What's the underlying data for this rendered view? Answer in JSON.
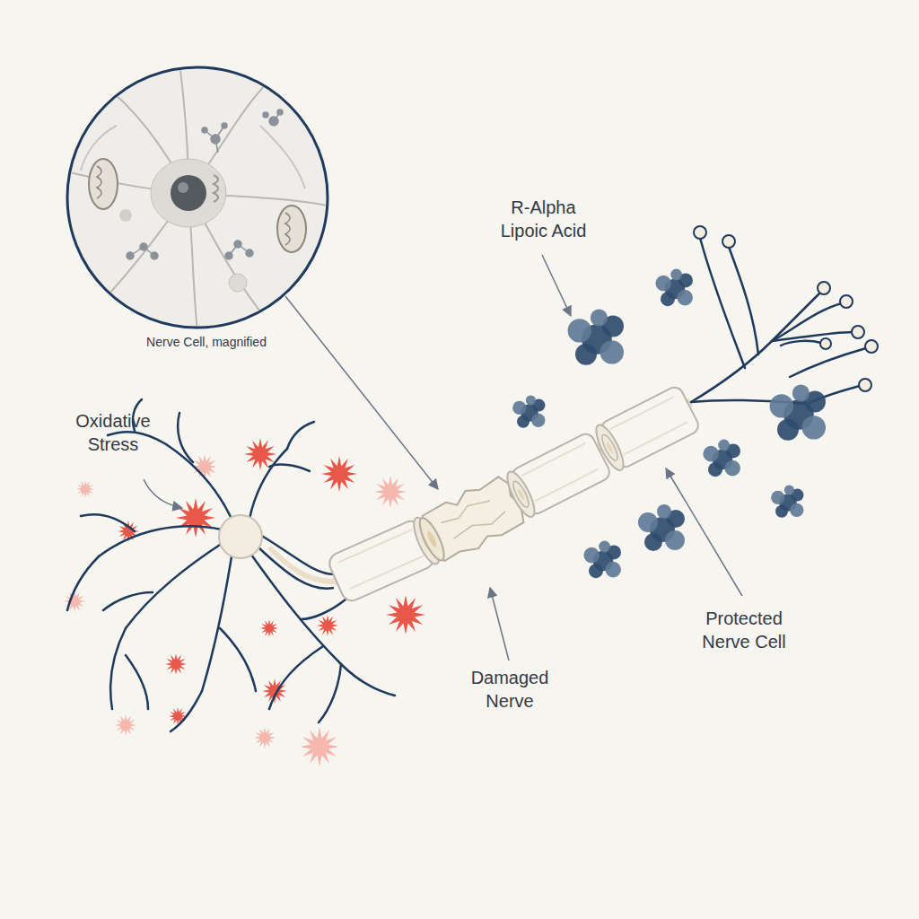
{
  "diagram": {
    "labels": [
      "Nerve Cell, magnified",
      "R-Alpha Lipoic Acid",
      "Oxidative Stress",
      "Damaged Nerve",
      "Protected Nerve Cell"
    ]
  }
}
